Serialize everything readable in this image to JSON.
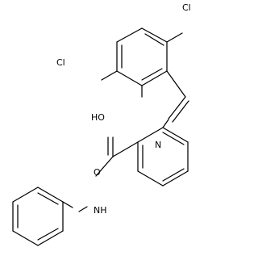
{
  "molecule": {
    "atoms": {
      "cl_top": "Cl",
      "cl_left": "Cl",
      "hydroxyl": "HO",
      "imine_n": "N",
      "carbonyl_o": "O",
      "amide_nh": "NH"
    }
  }
}
